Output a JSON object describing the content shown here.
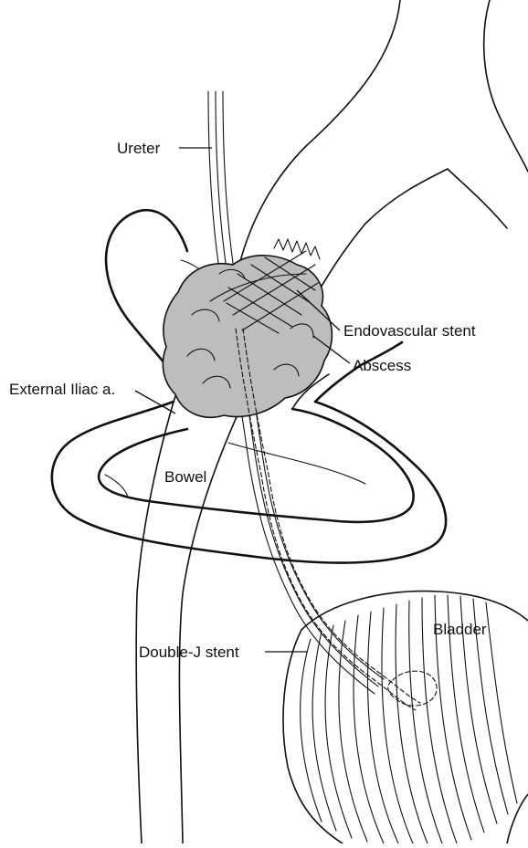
{
  "labels": {
    "ureter": "Ureter",
    "endovascular_stent": "Endovascular stent",
    "abscess": "Abscess",
    "external_iliac": "External Iliac a.",
    "bowel": "Bowel",
    "bladder": "Bladder",
    "double_j_stent": "Double-J stent"
  },
  "colors": {
    "line": "#111111",
    "abscess_fill": "#bdbdbd",
    "background": "#ffffff"
  }
}
